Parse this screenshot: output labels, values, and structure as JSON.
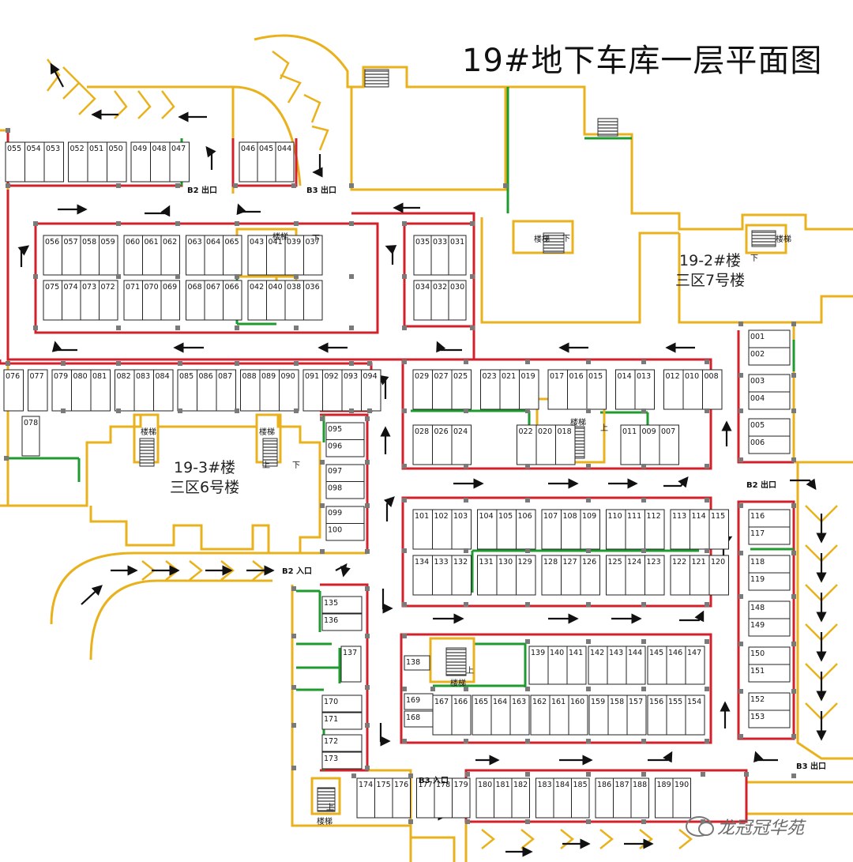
{
  "title": "19#地下车库一层平面图",
  "buildings": [
    {
      "id": "b3",
      "name": "19-3#楼",
      "sub": "三区6号楼"
    },
    {
      "id": "b2",
      "name": "19-2#楼",
      "sub": "三区7号楼"
    }
  ],
  "labels": {
    "b2_exit": "B2 出口",
    "b3_exit": "B3 出口",
    "b2_entry": "B2 入口",
    "b3_entry": "B3 入口",
    "stairs": "楼梯",
    "up": "上",
    "down": "下"
  },
  "watermark": "龙冠冠华苑",
  "spaces": {
    "r1": [
      "055",
      "054",
      "053",
      "052",
      "051",
      "050",
      "049",
      "048",
      "047"
    ],
    "r2": [
      "046",
      "045",
      "044"
    ],
    "r3": [
      "056",
      "057",
      "058",
      "059",
      "060",
      "061",
      "062",
      "063",
      "064",
      "065",
      "043",
      "041",
      "039",
      "037"
    ],
    "r4": [
      "075",
      "074",
      "073",
      "072",
      "071",
      "070",
      "069",
      "068",
      "067",
      "066",
      "042",
      "040",
      "038",
      "036"
    ],
    "r5": [
      "035",
      "033",
      "031"
    ],
    "r6": [
      "034",
      "032",
      "030"
    ],
    "r7": [
      "076",
      "077",
      "079",
      "080",
      "081",
      "082",
      "083",
      "084",
      "085",
      "086",
      "087",
      "088",
      "089",
      "090",
      "091",
      "092",
      "093",
      "094"
    ],
    "r8": [
      "078"
    ],
    "r9": [
      "029",
      "027",
      "025",
      "023",
      "021",
      "019",
      "017",
      "016",
      "015",
      "014",
      "013",
      "012",
      "010",
      "008"
    ],
    "r10": [
      "028",
      "026",
      "024",
      "022",
      "020",
      "018",
      "011",
      "009",
      "007"
    ],
    "r11": [
      "001",
      "002",
      "003",
      "004",
      "005",
      "006"
    ],
    "r12": [
      "095",
      "096",
      "097",
      "098",
      "099",
      "100"
    ],
    "r13": [
      "101",
      "102",
      "103",
      "104",
      "105",
      "106",
      "107",
      "108",
      "109",
      "110",
      "111",
      "112",
      "113",
      "114",
      "115"
    ],
    "r14": [
      "134",
      "133",
      "132",
      "131",
      "130",
      "129",
      "128",
      "127",
      "126",
      "125",
      "124",
      "123",
      "122",
      "121",
      "120"
    ],
    "r15": [
      "116",
      "117",
      "118",
      "119",
      "148",
      "149",
      "150",
      "151",
      "152",
      "153"
    ],
    "r16": [
      "135",
      "136",
      "137",
      "170",
      "171",
      "172",
      "173"
    ],
    "r17": [
      "138",
      "139",
      "140",
      "141",
      "142",
      "143",
      "144",
      "145",
      "146",
      "147"
    ],
    "r18": [
      "169",
      "168",
      "167",
      "166",
      "165",
      "164",
      "163",
      "162",
      "161",
      "160",
      "159",
      "158",
      "157",
      "156",
      "155",
      "154"
    ],
    "r19": [
      "174",
      "175",
      "176",
      "177",
      "178",
      "179",
      "180",
      "181",
      "182",
      "183",
      "184",
      "185",
      "186",
      "187",
      "188",
      "189",
      "190"
    ]
  },
  "colors": {
    "yellow": "#e9b21c",
    "red": "#d3202a",
    "green": "#1e9b2e",
    "text": "#222222",
    "pillar": "#7a7a7a"
  },
  "icons": [
    "direction-arrow-icon",
    "chevron-marking-icon",
    "stairs-icon",
    "pillar-icon",
    "wechat-icon"
  ]
}
